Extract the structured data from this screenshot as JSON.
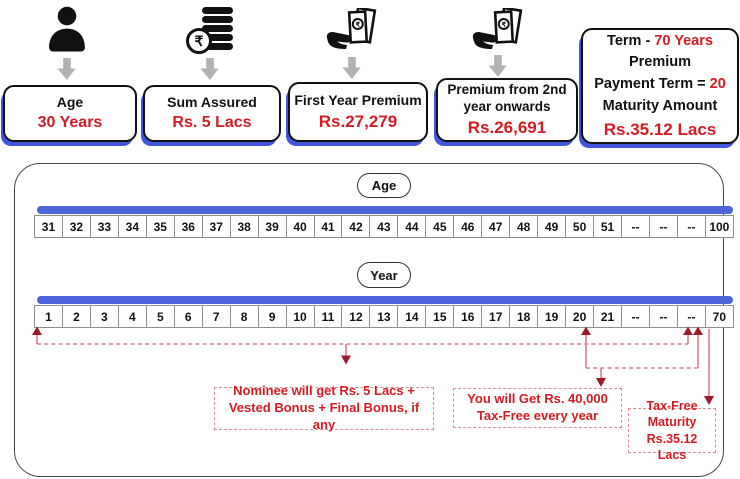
{
  "top_flow": [
    {
      "icon": "person-icon",
      "label": "Age",
      "value": "30 Years"
    },
    {
      "icon": "rupee-coins-icon",
      "label": "Sum Assured",
      "value": "Rs. 5 Lacs"
    },
    {
      "icon": "money-hand-icon",
      "label": "First Year Premium",
      "value": "Rs.27,279"
    },
    {
      "icon": "money-hand-icon",
      "label": "Premium from 2nd year onwards",
      "value": "Rs.26,691"
    }
  ],
  "summary_box": {
    "line1_black": "Term  -",
    "line1_red": "70 Years",
    "line2": "Premium",
    "line3_black": "Payment Term =",
    "line3_red": "20",
    "line4": "Maturity Amount",
    "line5_red": "Rs.35.12 Lacs"
  },
  "timeline": {
    "age_label": "Age",
    "age_cells": [
      "31",
      "32",
      "33",
      "34",
      "35",
      "36",
      "37",
      "38",
      "39",
      "40",
      "41",
      "42",
      "43",
      "44",
      "45",
      "46",
      "47",
      "48",
      "49",
      "50",
      "51",
      "--",
      "--",
      "--",
      "100"
    ],
    "year_label": "Year",
    "year_cells": [
      "1",
      "2",
      "3",
      "4",
      "5",
      "6",
      "7",
      "8",
      "9",
      "10",
      "11",
      "12",
      "13",
      "14",
      "15",
      "16",
      "17",
      "18",
      "19",
      "20",
      "21",
      "--",
      "--",
      "--",
      "70"
    ]
  },
  "annotations": {
    "nominee": "Nominee will get Rs. 5 Lacs + Vested Bonus + Final Bonus, if any",
    "survival_benefit": "You will Get Rs. 40,000 Tax-Free every year",
    "maturity": "Tax-Free Maturity Rs.35.12 Lacs"
  },
  "colors": {
    "accent_red": "#d41c24",
    "arrow_maroon": "#9c1b2c",
    "dashed_pink": "#d4808d",
    "blue_bar": "#4c64d9",
    "blue_shadow": "#4156dd",
    "gray_arrow": "#b2b2b2"
  }
}
